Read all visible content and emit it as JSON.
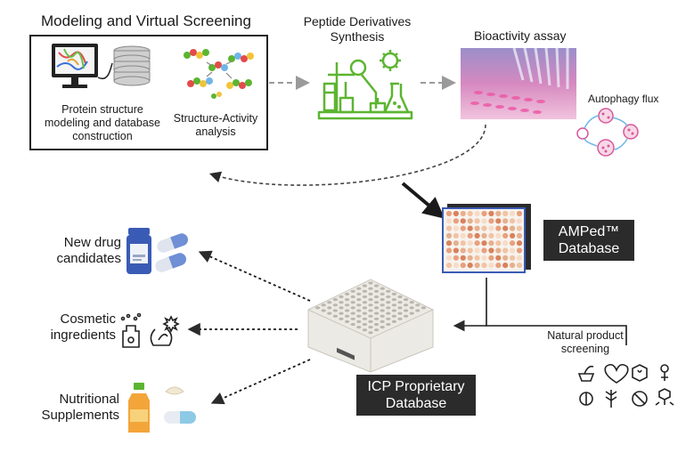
{
  "modeling": {
    "title": "Modeling and Virtual Screening",
    "left_caption": "Protein structure\nmodeling and database\nconstruction",
    "right_caption": "Structure-Activity\nanalysis"
  },
  "synthesis": {
    "title": "Peptide Derivatives\nSynthesis"
  },
  "bioassay": {
    "title": "Bioactivity assay",
    "sub": "Autophagy flux"
  },
  "amped": {
    "label_line1": "AMPed™",
    "label_line2": "Database"
  },
  "icp": {
    "label_line1": "ICP Proprietary",
    "label_line2": "Database"
  },
  "natural": {
    "label": "Natural product\nscreening"
  },
  "outputs": [
    {
      "label": "New drug\ncandidates"
    },
    {
      "label": "Cosmetic\ningredients"
    },
    {
      "label": "Nutritional\nSupplements"
    }
  ],
  "colors": {
    "green": "#5cb531",
    "pink": "#d9579b",
    "dark": "#2b2b2b",
    "gray": "#9a9a9a"
  }
}
